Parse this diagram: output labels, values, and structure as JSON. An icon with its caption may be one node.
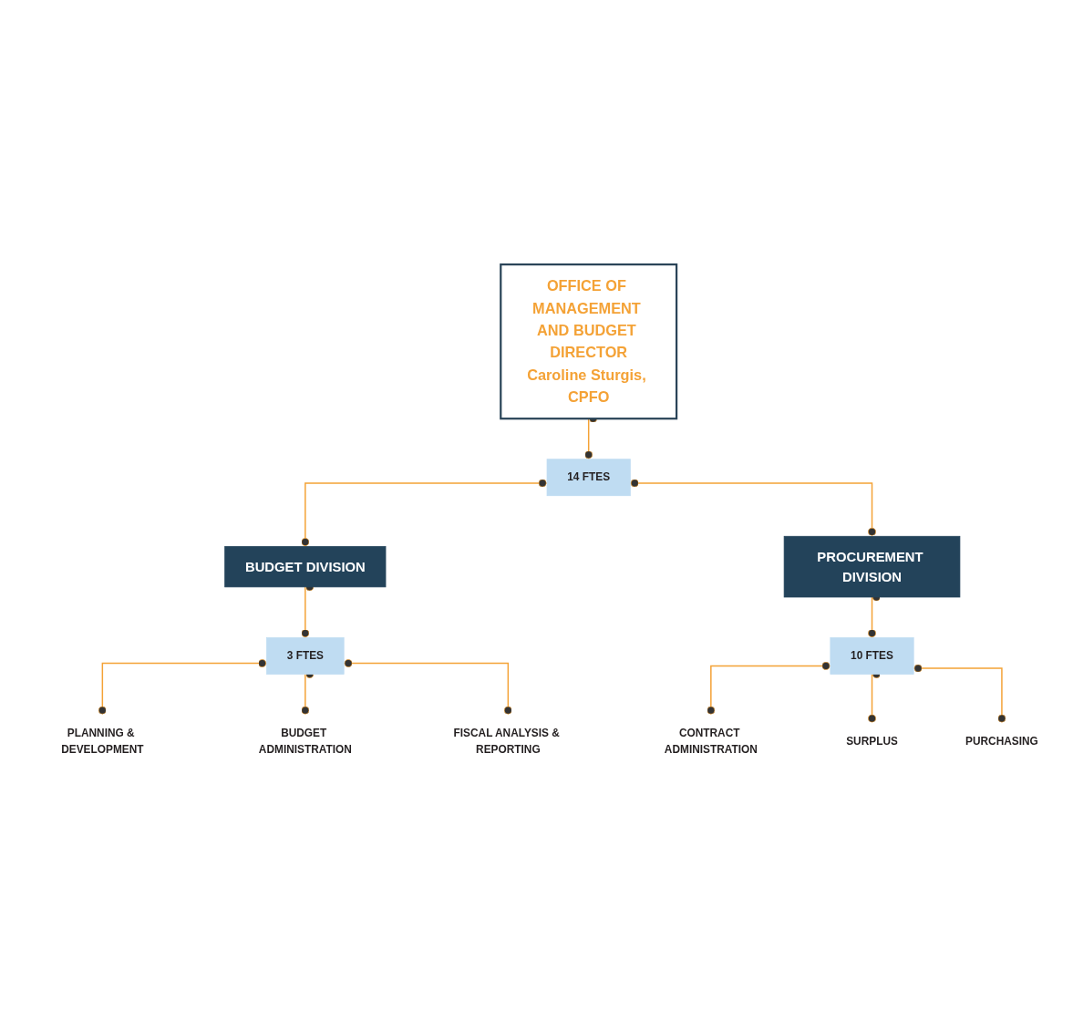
{
  "diagram": {
    "nodes": [
      {
        "text": [
          "OFFICE OF MANAGEMENT AND BUDGET DIRECTOR",
          "Caroline Sturgis, CPFO"
        ]
      },
      {
        "text": [
          "14 FTES"
        ]
      },
      {
        "text": [
          "BUDGET DIVISION"
        ]
      },
      {
        "text": [
          "PROCUREMENT DIVISION"
        ]
      },
      {
        "text": [
          "3 FTES"
        ]
      },
      {
        "text": [
          "10 FTES"
        ]
      },
      {
        "text": [
          "PLANNING & DEVELOPMENT"
        ]
      },
      {
        "text": [
          "BUDGET ADMINISTRATION"
        ]
      },
      {
        "text": [
          "FISCAL ANALYSIS & REPORTING"
        ]
      },
      {
        "text": [
          "CONTRACT ADMINISTRATION"
        ]
      },
      {
        "text": [
          "SURPLUS"
        ]
      },
      {
        "text": [
          "PURCHASING"
        ]
      }
    ],
    "edges": [
      {
        "from": 0,
        "to": 1,
        "arrow": "other"
      },
      {
        "from": 1,
        "to": 2,
        "arrow": "other"
      },
      {
        "from": 1,
        "to": 3,
        "arrow": "other"
      },
      {
        "from": 2,
        "to": 4,
        "arrow": "other"
      },
      {
        "from": 3,
        "to": 5,
        "arrow": "other"
      },
      {
        "from": 4,
        "to": 6,
        "arrow": "other"
      },
      {
        "from": 4,
        "to": 7,
        "arrow": "other"
      },
      {
        "from": 4,
        "to": 8,
        "arrow": "other"
      },
      {
        "from": 5,
        "to": 9,
        "arrow": "other"
      },
      {
        "from": 5,
        "to": 10,
        "arrow": "other"
      },
      {
        "from": 5,
        "to": 11,
        "arrow": "other"
      }
    ]
  }
}
